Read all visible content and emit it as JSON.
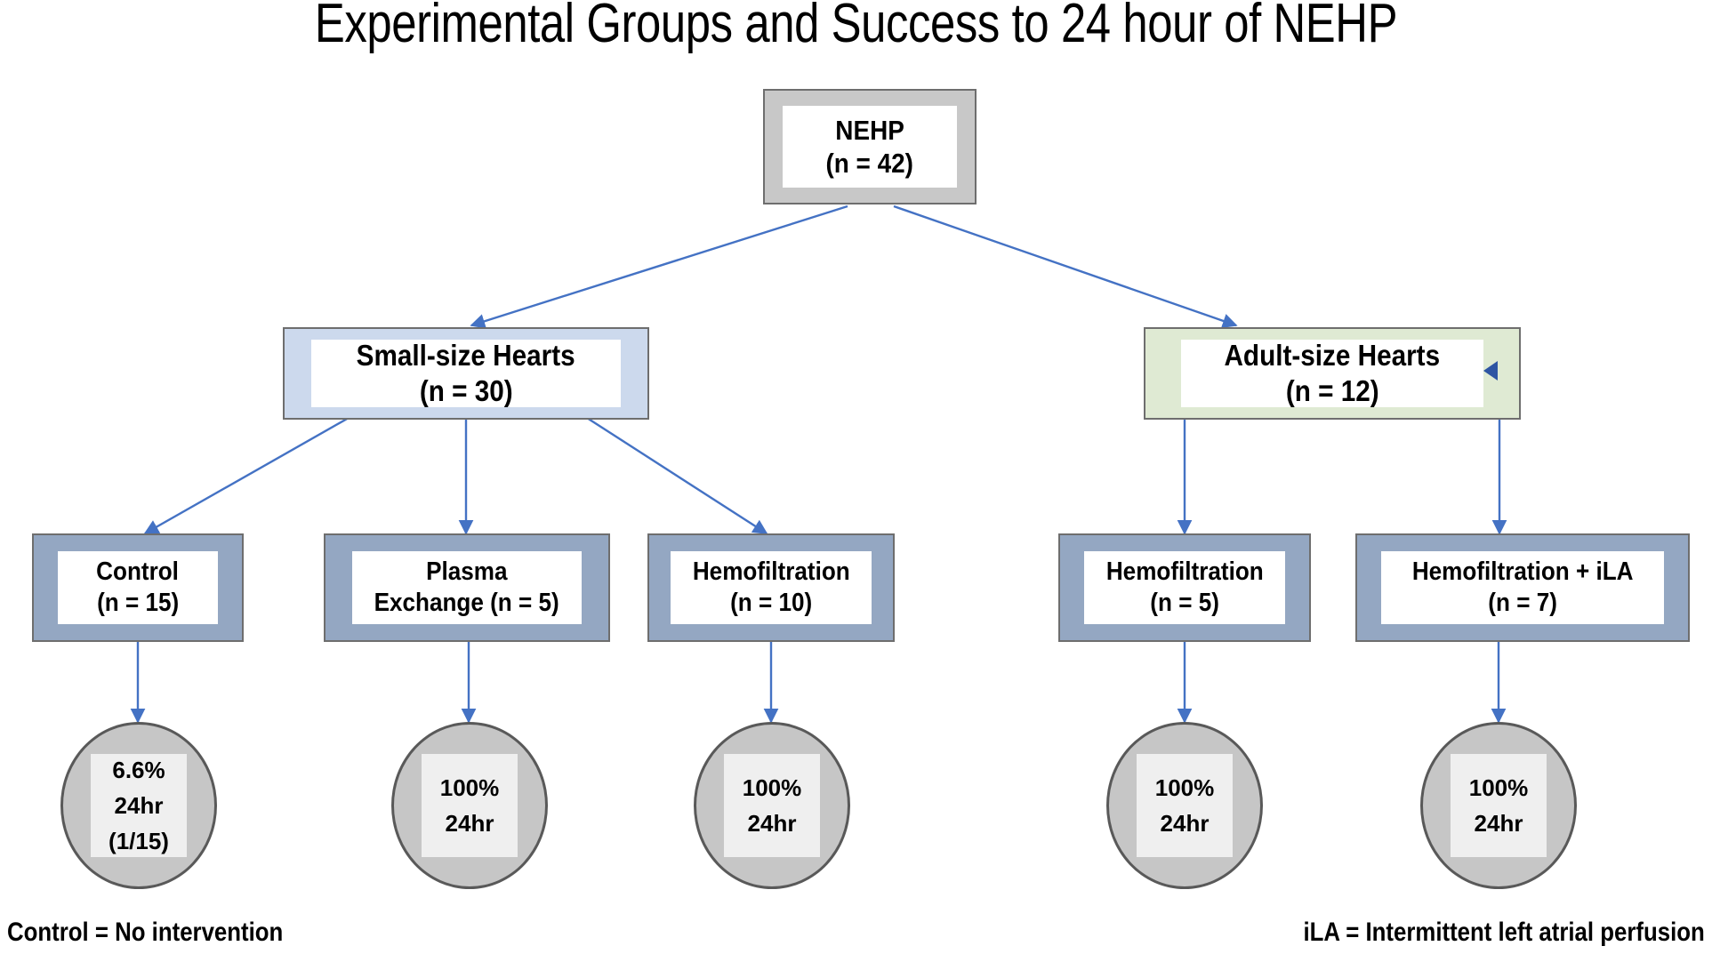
{
  "title": "Experimental Groups and Success to 24 hour of NEHP",
  "colors": {
    "connector": "#4472c4",
    "root_frame": "#c8c8c8",
    "small_frame": "#ccd9ed",
    "adult_frame": "#dfead3",
    "leaf_frame": "#94a7c2",
    "circle_fill": "#c6c6c6",
    "circle_inner": "#efefef",
    "border": "#6e6e6e",
    "marker": "#2e55a3"
  },
  "root": {
    "label": "NEHP",
    "count": "(n = 42)"
  },
  "branches": [
    {
      "name": "small-size-hearts",
      "label": "Small-size Hearts",
      "count": "(n = 30)",
      "marker_icon": ""
    },
    {
      "name": "adult-size-hearts",
      "label": "Adult-size Hearts",
      "count": "(n = 12)",
      "marker_icon": "left-triangle-marker"
    }
  ],
  "leaves": [
    {
      "name": "control",
      "line1": "Control",
      "line2": "(n = 15)"
    },
    {
      "name": "plasma-exchange",
      "line1": "Plasma",
      "line2": "Exchange (n = 5)"
    },
    {
      "name": "hemofiltration-small",
      "line1": "Hemofiltration",
      "line2": "(n = 10)"
    },
    {
      "name": "hemofiltration-adult",
      "line1": "Hemofiltration",
      "line2": "(n = 5)"
    },
    {
      "name": "hemofiltration-ila",
      "line1": "Hemofiltration + iLA",
      "line2": "(n = 7)"
    }
  ],
  "outcomes": [
    {
      "name": "outcome-control",
      "percent": "6.6%",
      "time": "24hr",
      "fraction": "(1/15)"
    },
    {
      "name": "outcome-plasma-exchange",
      "percent": "100%",
      "time": "24hr",
      "fraction": ""
    },
    {
      "name": "outcome-hemofiltration-small",
      "percent": "100%",
      "time": "24hr",
      "fraction": ""
    },
    {
      "name": "outcome-hemofiltration-adult",
      "percent": "100%",
      "time": "24hr",
      "fraction": ""
    },
    {
      "name": "outcome-hemofiltration-ila",
      "percent": "100%",
      "time": "24hr",
      "fraction": ""
    }
  ],
  "footnotes": {
    "left": "Control = No intervention",
    "right": "iLA = Intermittent left atrial perfusion"
  }
}
